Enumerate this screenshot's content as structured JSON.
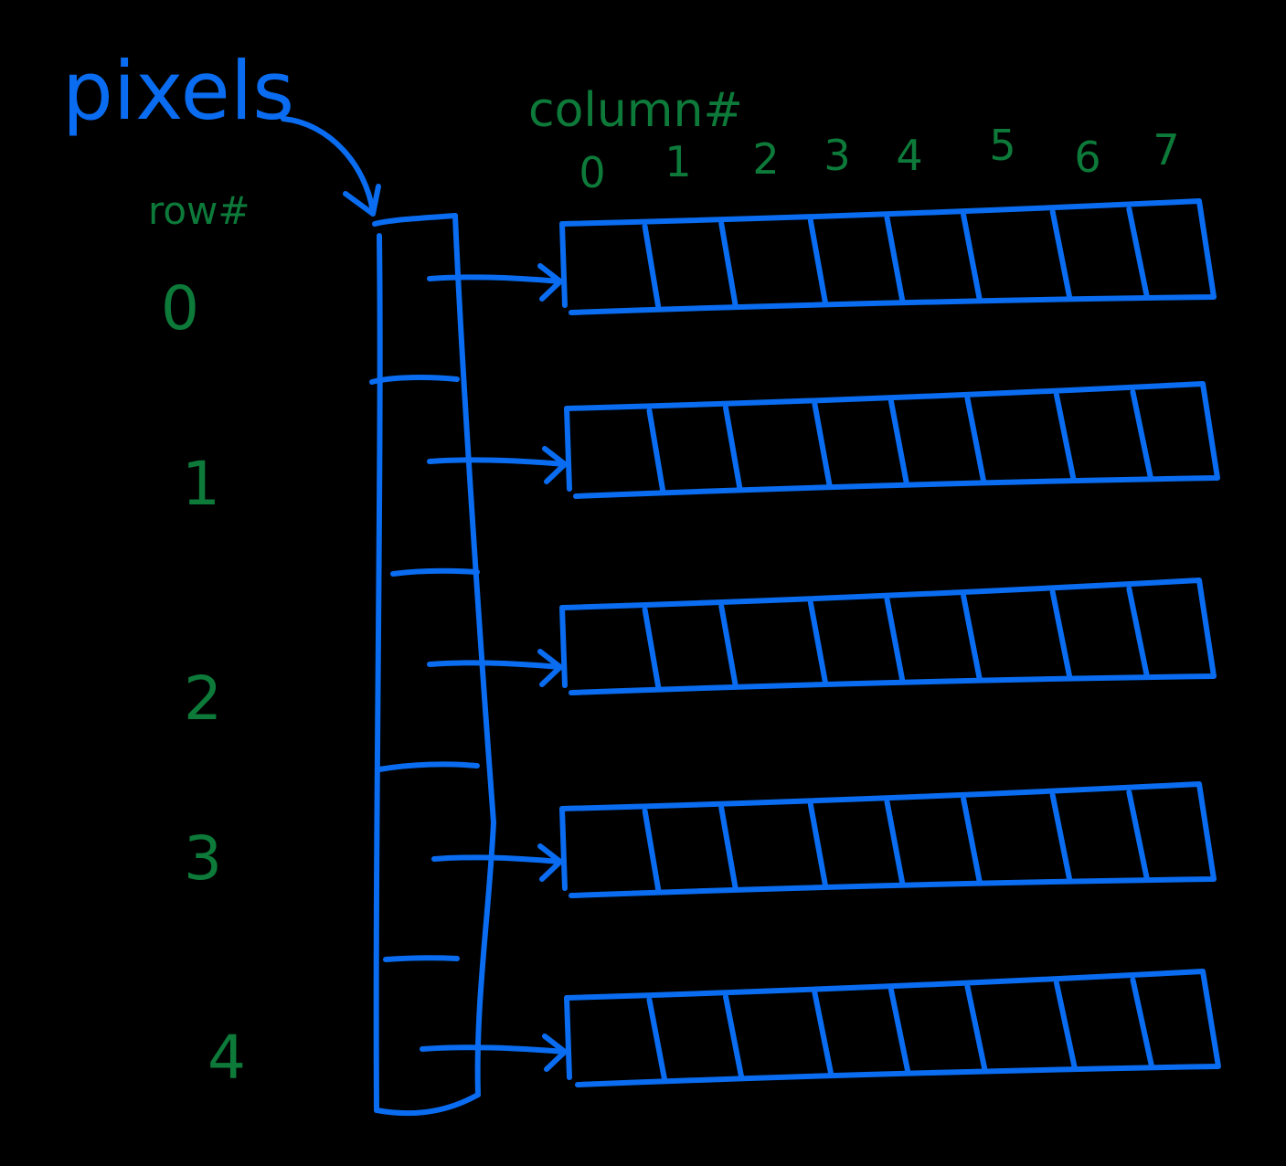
{
  "title": "pixels",
  "column_label": "column#",
  "row_label": "row#",
  "column_indices": [
    "0",
    "1",
    "2",
    "3",
    "4",
    "5",
    "6",
    "7"
  ],
  "row_indices": [
    "0",
    "1",
    "2",
    "3",
    "4"
  ],
  "colors": {
    "background": "#000000",
    "blue": "#0a6cf0",
    "green": "#0d7a3a"
  }
}
